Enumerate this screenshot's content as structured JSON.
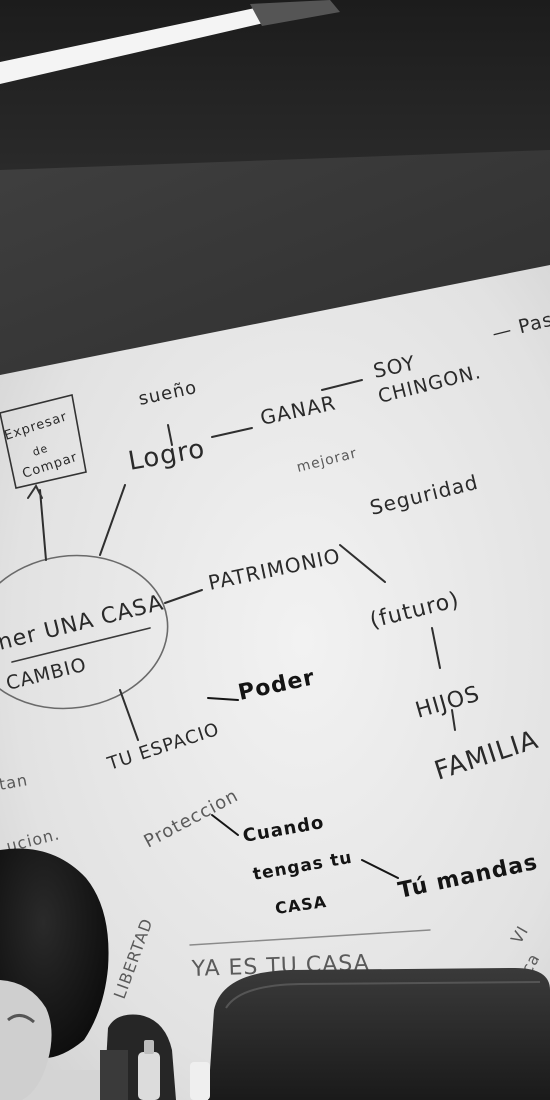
{
  "photo": {
    "palette": {
      "ceiling": "#262626",
      "wall": "#3a3a3a",
      "board": "#e8e8e8",
      "marker": "#2a2a2a",
      "chair": "#2b2b2b",
      "hair": "#141414"
    },
    "whiteboard": {
      "box_note": [
        "Expresar",
        "de",
        "Compar"
      ],
      "nodes": {
        "sueno": "sueño",
        "logro": "Logro",
        "ganar": "GANAR",
        "soy": "SOY",
        "chingon": "CHINGON.",
        "pas": "— Pas",
        "mejorar": "mejorar",
        "patrimonio": "PATRIMONIO",
        "seguridad": "Seguridad",
        "center_line1": "ner UNA CASA",
        "center_line2": "CAMBIO",
        "futuro": "(futuro)",
        "poder": "Poder",
        "tu_espacio": "TU ESPACIO",
        "hijos": "HIJOS",
        "familia": "FAMILIA",
        "proteccion": "Proteccion",
        "cuando": "Cuando",
        "tengas_tu": "tengas tu",
        "casa": "CASA",
        "tu_mandas": "Tú mandas",
        "libertad": "LIBERTAD",
        "ya_es_tu_casa": "YA ES TU CASA",
        "left_tan": "tan",
        "left_ucion": "ucion.",
        "right_vi": "VI",
        "right_ca": "ca"
      }
    }
  }
}
